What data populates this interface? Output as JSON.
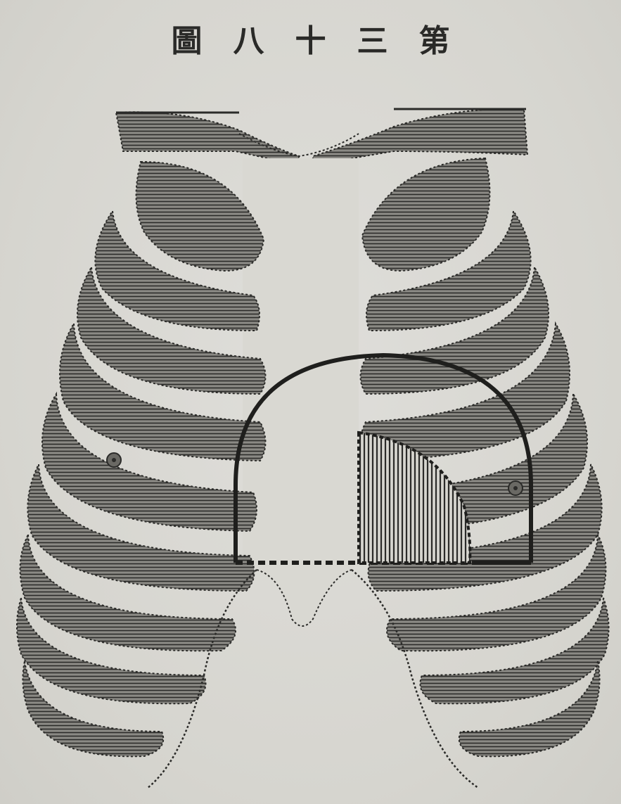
{
  "figure": {
    "title_chars": [
      "圖",
      "八",
      "十",
      "三",
      "第"
    ],
    "colors": {
      "paper": "#d9d8d2",
      "ink": "#2b2b29",
      "rib_fill": "#4a4a46"
    },
    "description_icons": [
      "rib-cage-illustration",
      "dome-outline",
      "hatched-region",
      "nipple-marker-left",
      "nipple-marker-right"
    ]
  }
}
